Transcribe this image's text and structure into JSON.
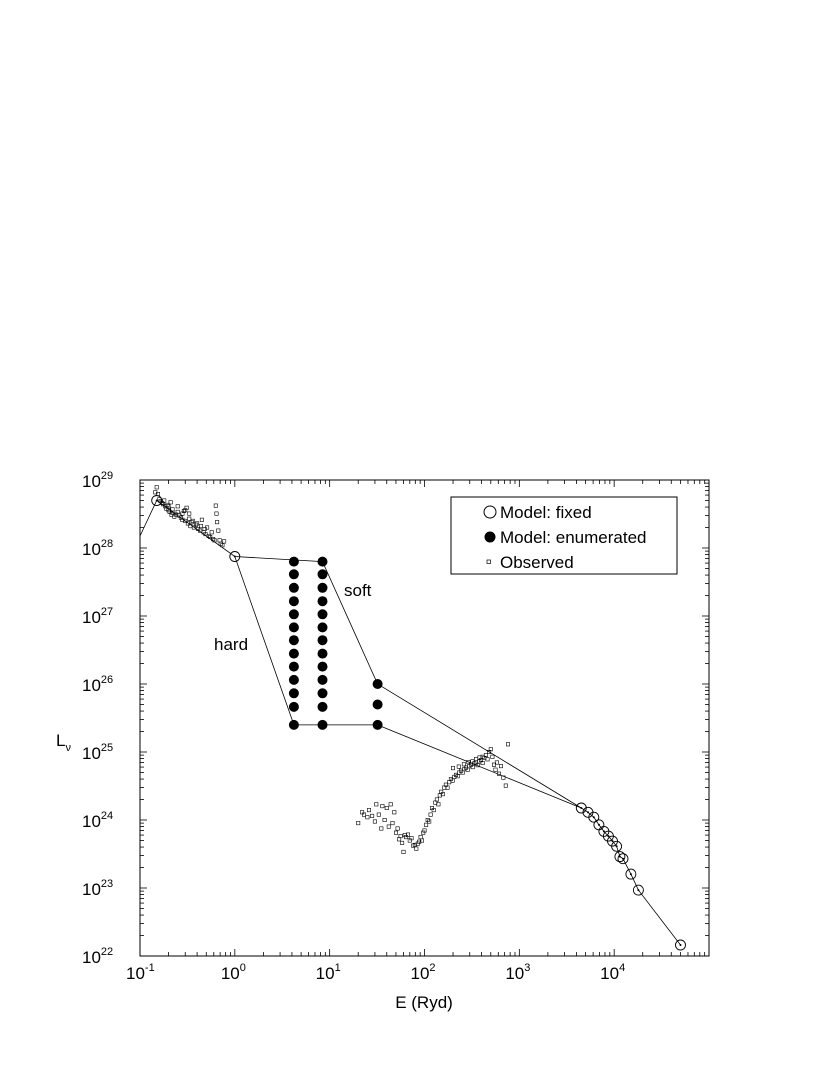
{
  "chart_data": {
    "type": "scatter",
    "xlabel": "E (Ryd)",
    "ylabel": "L",
    "ylabel_subscript": "ν",
    "xscale": "log",
    "yscale": "log",
    "xlim": [
      0.1,
      100000
    ],
    "ylim": [
      1e+22,
      1e+29
    ],
    "x_ticks": [
      {
        "base": "10",
        "exp": "-1",
        "value": 0.1
      },
      {
        "base": "10",
        "exp": "0",
        "value": 1
      },
      {
        "base": "10",
        "exp": "1",
        "value": 10
      },
      {
        "base": "10",
        "exp": "2",
        "value": 100
      },
      {
        "base": "10",
        "exp": "3",
        "value": 1000
      },
      {
        "base": "10",
        "exp": "4",
        "value": 10000
      }
    ],
    "y_ticks": [
      {
        "base": "10",
        "exp": "22",
        "value": 1e+22
      },
      {
        "base": "10",
        "exp": "23",
        "value": 1e+23
      },
      {
        "base": "10",
        "exp": "24",
        "value": 1e+24
      },
      {
        "base": "10",
        "exp": "25",
        "value": 1e+25
      },
      {
        "base": "10",
        "exp": "26",
        "value": 1e+26
      },
      {
        "base": "10",
        "exp": "27",
        "value": 1e+27
      },
      {
        "base": "10",
        "exp": "28",
        "value": 1e+28
      },
      {
        "base": "10",
        "exp": "29",
        "value": 1e+29
      }
    ],
    "grid": false,
    "legend_position": "top-right",
    "legend": [
      {
        "label": "Model: fixed",
        "marker": "open-circle"
      },
      {
        "label": "Model: enumerated",
        "marker": "filled-circle"
      },
      {
        "label": "Observed",
        "marker": "small-square"
      }
    ],
    "annotations": [
      {
        "text": "soft",
        "x": 18,
        "y": 2.2e+27
      },
      {
        "text": "hard",
        "x": 0.5,
        "y": 2.2e+26
      }
    ],
    "series": [
      {
        "name": "Model: fixed",
        "marker": "open-circle",
        "points": [
          [
            0.15,
            5e+28
          ],
          [
            1.0,
            7.5e+27
          ],
          [
            4500,
            1.5e+24
          ],
          [
            5300,
            1.3e+24
          ],
          [
            6100,
            1.1e+24
          ],
          [
            6900,
            8.5e+23
          ],
          [
            7800,
            6.8e+23
          ],
          [
            8700,
            5.8e+23
          ],
          [
            9600,
            4.9e+23
          ],
          [
            10600,
            4.1e+23
          ],
          [
            11500,
            2.9e+23
          ],
          [
            12400,
            2.7e+23
          ],
          [
            15000,
            1.6e+23
          ],
          [
            18000,
            9.3e+22
          ],
          [
            50000,
            1.45e+22
          ]
        ]
      },
      {
        "name": "Model: enumerated",
        "marker": "filled-circle",
        "points": [
          [
            4.2,
            6.3e+27
          ],
          [
            4.2,
            4.1e+27
          ],
          [
            4.2,
            2.6e+27
          ],
          [
            4.2,
            1.65e+27
          ],
          [
            4.2,
            1.06e+27
          ],
          [
            4.2,
            6.8e+26
          ],
          [
            4.2,
            4.4e+26
          ],
          [
            4.2,
            2.8e+26
          ],
          [
            4.2,
            1.8e+26
          ],
          [
            4.2,
            1.15e+26
          ],
          [
            4.2,
            7.3e+25
          ],
          [
            4.2,
            4.6e+25
          ],
          [
            4.2,
            2.5e+25
          ],
          [
            8.4,
            6.3e+27
          ],
          [
            8.4,
            4.1e+27
          ],
          [
            8.4,
            2.6e+27
          ],
          [
            8.4,
            1.65e+27
          ],
          [
            8.4,
            1.06e+27
          ],
          [
            8.4,
            6.8e+26
          ],
          [
            8.4,
            4.4e+26
          ],
          [
            8.4,
            2.8e+26
          ],
          [
            8.4,
            1.8e+26
          ],
          [
            8.4,
            1.15e+26
          ],
          [
            8.4,
            7.3e+25
          ],
          [
            8.4,
            4.6e+25
          ],
          [
            8.4,
            2.5e+25
          ],
          [
            32,
            1e+26
          ],
          [
            32,
            5e+25
          ],
          [
            32,
            2.5e+25
          ]
        ]
      },
      {
        "name": "Observed",
        "marker": "small-square",
        "points": [
          [
            0.145,
            6.6e+28
          ],
          [
            0.15,
            7.8e+28
          ],
          [
            0.155,
            6.2e+28
          ],
          [
            0.16,
            5.2e+28
          ],
          [
            0.165,
            4.9e+28
          ],
          [
            0.17,
            4.6e+28
          ],
          [
            0.175,
            4.4e+28
          ],
          [
            0.18,
            5e+28
          ],
          [
            0.185,
            4.1e+28
          ],
          [
            0.19,
            3.8e+28
          ],
          [
            0.195,
            4.3e+28
          ],
          [
            0.2,
            3.6e+28
          ],
          [
            0.205,
            3.4e+28
          ],
          [
            0.21,
            4.7e+28
          ],
          [
            0.215,
            3.1e+28
          ],
          [
            0.22,
            3.3e+28
          ],
          [
            0.23,
            2.9e+28
          ],
          [
            0.24,
            3.1e+28
          ],
          [
            0.25,
            4.1e+28
          ],
          [
            0.26,
            3e+28
          ],
          [
            0.27,
            2.8e+28
          ],
          [
            0.28,
            2.6e+28
          ],
          [
            0.29,
            3.5e+28
          ],
          [
            0.3,
            2.5e+28
          ],
          [
            0.31,
            3.9e+28
          ],
          [
            0.32,
            2.3e+28
          ],
          [
            0.33,
            3.2e+28
          ],
          [
            0.34,
            2.1e+28
          ],
          [
            0.35,
            2.4e+28
          ],
          [
            0.37,
            2e+28
          ],
          [
            0.39,
            2.2e+28
          ],
          [
            0.41,
            1.9e+28
          ],
          [
            0.43,
            1.8e+28
          ],
          [
            0.45,
            2.6e+28
          ],
          [
            0.47,
            1.7e+28
          ],
          [
            0.49,
            1.6e+28
          ],
          [
            0.51,
            2e+28
          ],
          [
            0.53,
            1.5e+28
          ],
          [
            0.55,
            1.45e+28
          ],
          [
            0.57,
            1.7e+28
          ],
          [
            0.59,
            1.35e+28
          ],
          [
            0.61,
            1.3e+28
          ],
          [
            0.63,
            4.2e+28
          ],
          [
            0.64,
            3.2e+28
          ],
          [
            0.65,
            2.4e+28
          ],
          [
            0.67,
            1.8e+28
          ],
          [
            0.69,
            1.3e+28
          ],
          [
            0.71,
            1.15e+28
          ],
          [
            0.74,
            1.1e+28
          ],
          [
            0.77,
            1.25e+28
          ],
          [
            0.2,
            4.1e+28
          ],
          [
            0.22,
            3.7e+28
          ],
          [
            0.25,
            3.4e+28
          ],
          [
            0.28,
            3.2e+28
          ],
          [
            0.3,
            3.6e+28
          ],
          [
            0.33,
            2.7e+28
          ],
          [
            0.36,
            2.5e+28
          ],
          [
            0.4,
            2.3e+28
          ],
          [
            0.44,
            2.1e+28
          ],
          [
            0.48,
            1.9e+28
          ],
          [
            20,
            9e+23
          ],
          [
            22,
            1.3e+24
          ],
          [
            23,
            1.2e+24
          ],
          [
            25,
            1.1e+24
          ],
          [
            26,
            1.4e+24
          ],
          [
            28,
            1.15e+24
          ],
          [
            30,
            9.5e+23
          ],
          [
            31,
            1.7e+24
          ],
          [
            33,
            1.2e+24
          ],
          [
            35,
            7.5e+23
          ],
          [
            36,
            1.6e+24
          ],
          [
            38,
            1e+24
          ],
          [
            40,
            1.5e+24
          ],
          [
            42,
            8e+23
          ],
          [
            44,
            1.7e+24
          ],
          [
            46,
            9e+23
          ],
          [
            48,
            1.3e+24
          ],
          [
            50,
            6.5e+23
          ],
          [
            52,
            7.5e+23
          ],
          [
            54,
            5.2e+23
          ],
          [
            56,
            5.8e+23
          ],
          [
            58,
            4.6e+23
          ],
          [
            60,
            3.4e+23
          ],
          [
            62,
            6e+23
          ],
          [
            64,
            5.6e+23
          ],
          [
            67,
            6.1e+23
          ],
          [
            70,
            5e+23
          ],
          [
            73,
            5.4e+23
          ],
          [
            76,
            4.2e+23
          ],
          [
            79,
            4.3e+23
          ],
          [
            82,
            3.8e+23
          ],
          [
            85,
            4.5e+23
          ],
          [
            88,
            4.8e+23
          ],
          [
            91,
            5.6e+23
          ],
          [
            94,
            5e+23
          ],
          [
            97,
            6.5e+23
          ],
          [
            100,
            7e+23
          ],
          [
            104,
            8.5e+23
          ],
          [
            108,
            1e+24
          ],
          [
            112,
            9.5e+23
          ],
          [
            116,
            1.2e+24
          ],
          [
            120,
            1.5e+24
          ],
          [
            125,
            1.4e+24
          ],
          [
            130,
            1.8e+24
          ],
          [
            135,
            2e+24
          ],
          [
            140,
            1.7e+24
          ],
          [
            145,
            2.3e+24
          ],
          [
            150,
            2.6e+24
          ],
          [
            156,
            2.4e+24
          ],
          [
            162,
            3e+24
          ],
          [
            168,
            3.3e+24
          ],
          [
            175,
            3e+24
          ],
          [
            182,
            3.6e+24
          ],
          [
            190,
            4e+24
          ],
          [
            198,
            3.8e+24
          ],
          [
            206,
            4.3e+24
          ],
          [
            215,
            4.6e+24
          ],
          [
            224,
            4.4e+24
          ],
          [
            233,
            5e+24
          ],
          [
            243,
            5.3e+24
          ],
          [
            253,
            5e+24
          ],
          [
            263,
            5.6e+24
          ],
          [
            274,
            5.9e+24
          ],
          [
            285,
            5.5e+24
          ],
          [
            297,
            6.2e+24
          ],
          [
            309,
            6.5e+24
          ],
          [
            322,
            6e+24
          ],
          [
            335,
            6.8e+24
          ],
          [
            349,
            7e+24
          ],
          [
            363,
            6.4e+24
          ],
          [
            378,
            7.3e+24
          ],
          [
            394,
            7.6e+24
          ],
          [
            410,
            6.9e+24
          ],
          [
            427,
            8.2e+24
          ],
          [
            444,
            9e+24
          ],
          [
            462,
            7.8e+24
          ],
          [
            480,
            1e+25
          ],
          [
            500,
            1.1e+25
          ],
          [
            520,
            8.5e+24
          ],
          [
            540,
            6.5e+24
          ],
          [
            560,
            5.5e+24
          ],
          [
            580,
            7e+24
          ],
          [
            610,
            4.8e+24
          ],
          [
            640,
            6.2e+24
          ],
          [
            680,
            4.2e+24
          ],
          [
            720,
            3.2e+24
          ],
          [
            760,
            1.3e+25
          ],
          [
            200,
            5.8e+24
          ],
          [
            230,
            6.1e+24
          ],
          [
            260,
            6.6e+24
          ],
          [
            290,
            7.1e+24
          ],
          [
            320,
            7.3e+24
          ],
          [
            350,
            7.9e+24
          ],
          [
            380,
            8.3e+24
          ],
          [
            410,
            8.5e+24
          ]
        ]
      }
    ],
    "model_lines": [
      {
        "name": "soft",
        "points": [
          [
            0.1,
            1.5e+28
          ],
          [
            0.15,
            5e+28
          ],
          [
            1.0,
            7.5e+27
          ],
          [
            8.4,
            6.3e+27
          ],
          [
            32,
            1e+26
          ],
          [
            4500,
            1.5e+24
          ]
        ]
      },
      {
        "name": "hard",
        "points": [
          [
            1.0,
            7.5e+27
          ],
          [
            4.2,
            2.5e+25
          ],
          [
            32,
            2.5e+25
          ],
          [
            4500,
            1.5e+24
          ]
        ]
      },
      {
        "name": "tail",
        "points": [
          [
            4500,
            1.5e+24
          ],
          [
            5300,
            1.3e+24
          ],
          [
            6100,
            1.1e+24
          ],
          [
            6900,
            8.5e+23
          ],
          [
            7800,
            6.8e+23
          ],
          [
            8700,
            5.8e+23
          ],
          [
            9600,
            4.9e+23
          ],
          [
            10600,
            4.1e+23
          ],
          [
            11500,
            2.9e+23
          ],
          [
            12400,
            2.7e+23
          ],
          [
            15000,
            1.6e+23
          ],
          [
            18000,
            9.3e+22
          ],
          [
            50000,
            1.45e+22
          ]
        ]
      }
    ]
  }
}
